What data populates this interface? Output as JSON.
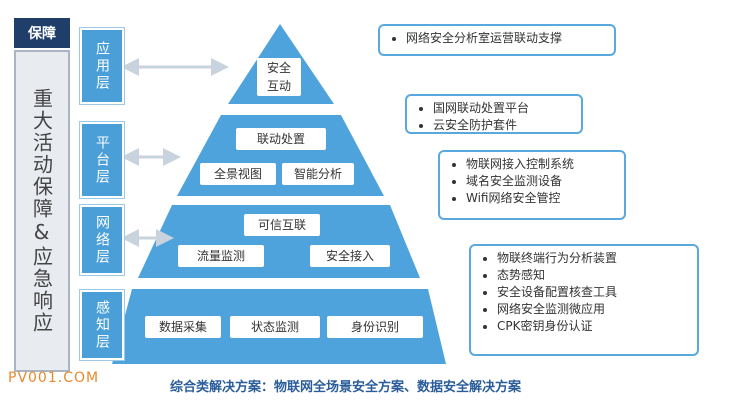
{
  "guarantee": {
    "tab_label": "保障",
    "column_text": "重大活动保障&应急响应"
  },
  "layers": [
    {
      "label": "应用层",
      "boxes": [
        "安全互动"
      ]
    },
    {
      "label": "平台层",
      "boxes": [
        "联动处置",
        "全景视图",
        "智能分析"
      ]
    },
    {
      "label": "网络层",
      "boxes": [
        "可信互联",
        "流量监测",
        "安全接入"
      ]
    },
    {
      "label": "感知层",
      "boxes": [
        "数据采集",
        "状态监测",
        "身份识别"
      ]
    }
  ],
  "callouts": [
    {
      "items": [
        "网络安全分析室运营联动支撑"
      ]
    },
    {
      "items": [
        "国网联动处置平台",
        "云安全防护套件"
      ]
    },
    {
      "items": [
        "物联网接入控制系统",
        "域名安全监测设备",
        "Wifi网络安全管控"
      ]
    },
    {
      "items": [
        "物联终端行为分析装置",
        "态势感知",
        "安全设备配置核查工具",
        "网络安全监测微应用",
        "CPK密钥身份认证"
      ]
    }
  ],
  "footer": "综合类解决方案：物联网全场景安全方案、数据安全解决方案",
  "watermark": "PV001.COM",
  "colors": {
    "pyramid": "#4ea3dc",
    "guard_tab": "#1f3f6a",
    "callout_border": "#5aa9de",
    "footer_text": "#2a5d9a",
    "watermark": "#e58a2c"
  }
}
